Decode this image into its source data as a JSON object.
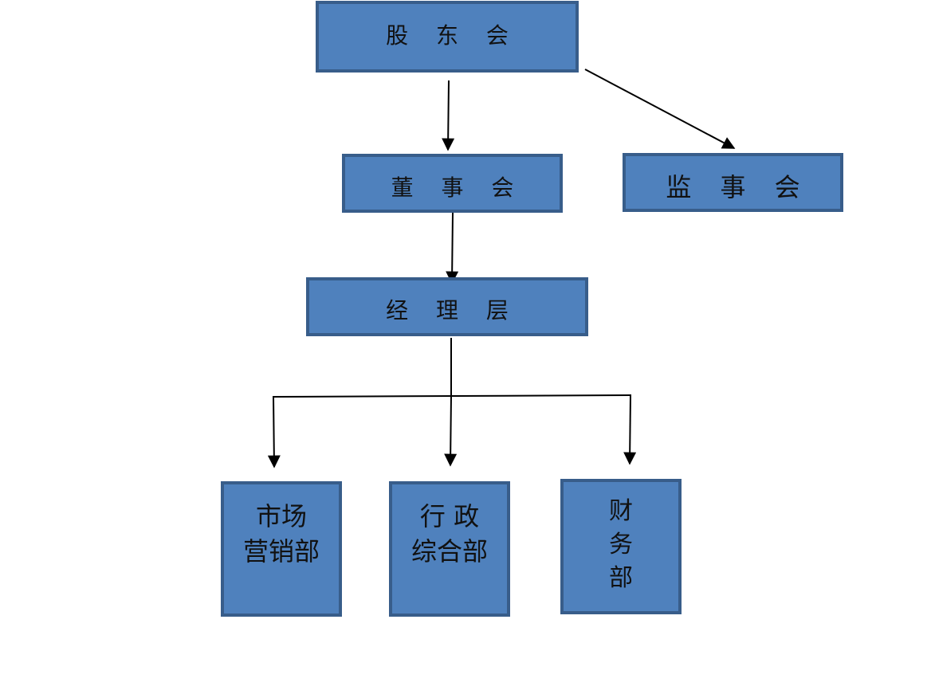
{
  "nodes": {
    "shareholders": "股 东 会",
    "board": "董 事 会",
    "supervisors": "监 事 会",
    "management": "经 理 层",
    "marketing": "市场\n营销部",
    "admin": "行 政\n综合部",
    "finance": "财\n务\n部"
  },
  "colors": {
    "node_fill": "#4f81bd",
    "node_border": "#385d8a",
    "connector": "#000000"
  }
}
